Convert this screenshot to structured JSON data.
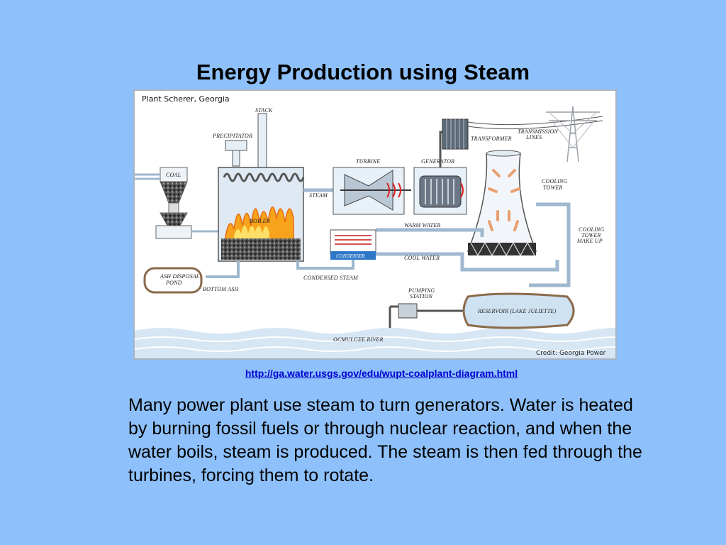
{
  "title": "Energy Production using Steam",
  "diagram": {
    "heading": "Plant Scherer, Georgia",
    "credit": "Credit: Georgia Power",
    "labels": {
      "stack": "STACK",
      "precipitator": "PRECIPITATOR",
      "coal": "COAL",
      "turbine": "TURBINE",
      "generator": "GENERATOR",
      "transformer": "TRANSFORMER",
      "transmission_lines": [
        "TRANSMISSION",
        "LINES"
      ],
      "cooling_tower": [
        "COOLING",
        "TOWER"
      ],
      "steam": "STEAM",
      "boiler": "BOILER",
      "warm_water": "WARM WATER",
      "condenser": "CONDENSER",
      "cool_water": "COOL WATER",
      "cooling_tower_make_up": [
        "COOLING",
        "TOWER",
        "MAKE UP"
      ],
      "ash_disposal_pond": [
        "ASH DISPOSAL",
        "POND"
      ],
      "bottom_ash": "BOTTOM ASH",
      "condensed_steam": "CONDENSED STEAM",
      "pumping_station": [
        "PUMPING",
        "STATION"
      ],
      "reservoir": "RESERVOIR (LAKE JULIETTE)",
      "river": "OCMULGEE RIVER"
    },
    "colors": {
      "pipe": "#9fb8d0",
      "water": "#cfe2f2",
      "fire": "#f7a31c",
      "coal": "#3a3a3a",
      "condenser": "#2f78c8"
    }
  },
  "source_link": "http://ga.water.usgs.gov/edu/wupt-coalplant-diagram.html",
  "body_text": "Many power plant use steam to turn generators. Water is heated by burning fossil fuels or through nuclear reaction, and when the water boils, steam is produced. The steam is then fed through the turbines, forcing them to rotate."
}
